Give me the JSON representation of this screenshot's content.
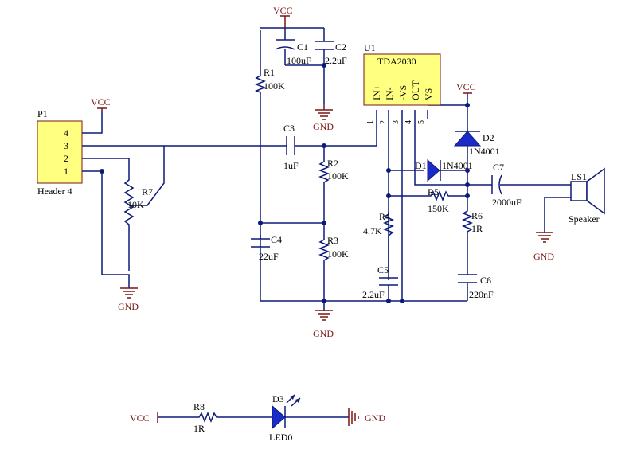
{
  "power": {
    "vcc": "VCC",
    "gnd": "GND"
  },
  "header": {
    "ref": "P1",
    "name": "Header 4",
    "pins": [
      "4",
      "3",
      "2",
      "1"
    ]
  },
  "ic": {
    "ref": "U1",
    "name": "TDA2030",
    "pin_names": [
      "IN+",
      "IN-",
      "-VS",
      "OUT",
      "VS"
    ],
    "pin_numbers": [
      "1",
      "2",
      "3",
      "4",
      "5"
    ]
  },
  "components": {
    "c1": {
      "ref": "C1",
      "value": "100uF"
    },
    "c2": {
      "ref": "C2",
      "value": "2.2uF"
    },
    "c3": {
      "ref": "C3",
      "value": "1uF"
    },
    "c4": {
      "ref": "C4",
      "value": "22uF"
    },
    "c5": {
      "ref": "C5",
      "value": "2.2uF"
    },
    "c6": {
      "ref": "C6",
      "value": "220nF"
    },
    "c7": {
      "ref": "C7",
      "value": "2000uF"
    },
    "r1": {
      "ref": "R1",
      "value": "100K"
    },
    "r2": {
      "ref": "R2",
      "value": "100K"
    },
    "r3": {
      "ref": "R3",
      "value": "100K"
    },
    "r4": {
      "ref": "R4",
      "value": "4.7K"
    },
    "r5": {
      "ref": "R5",
      "value": "150K"
    },
    "r6": {
      "ref": "R6",
      "value": "1R"
    },
    "r7": {
      "ref": "R7",
      "value": "10K"
    },
    "r8": {
      "ref": "R8",
      "value": "1R"
    },
    "d1": {
      "ref": "D1",
      "value": "1N4001"
    },
    "d2": {
      "ref": "D2",
      "value": "1N4001"
    },
    "d3": {
      "ref": "D3",
      "value": "LED0"
    },
    "ls1": {
      "ref": "LS1",
      "value": "Speaker"
    }
  },
  "colors": {
    "wire": "#0c1a7a",
    "power_symbol": "#7a1414",
    "ic_fill": "#ffff80",
    "text": "#000000"
  }
}
